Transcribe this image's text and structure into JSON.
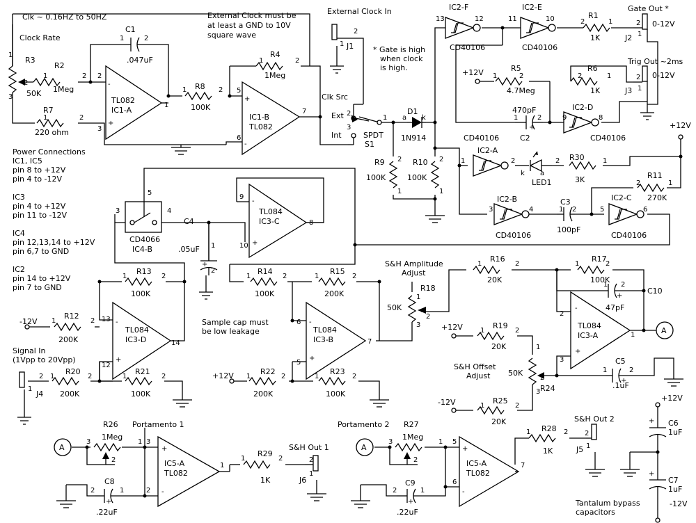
{
  "notes": {
    "clk_range": "Clk ~ 0.16HZ to 50HZ",
    "clock_rate": "Clock Rate",
    "ext_clock_1": "External Clock must be",
    "ext_clock_2": "at least a GND to 10V",
    "ext_clock_3": "square wave",
    "ext_clock_in": "External Clock In",
    "gate_1": "* Gate is high",
    "gate_2": "when clock",
    "gate_3": "is high.",
    "clk_src": "Clk Src",
    "ext": "Ext",
    "int": "Int",
    "spdt": "SPDT",
    "gate_out": "Gate Out *",
    "gate_out_v": "0-12V",
    "trig_out": "Trig Out ~2ms",
    "trig_out_v": "0-12V",
    "power": [
      "Power Connections",
      "IC1, IC5",
      "pin 8 to +12V",
      "pin 4 to -12V",
      "",
      "IC3",
      "pin 4 to +12V",
      "pin 11 to -12V",
      "",
      "IC4",
      "pin 12,13,14 to +12V",
      "pin 6,7 to GND",
      "",
      "IC2",
      "pin 14 to +12V",
      "pin 7 to GND"
    ],
    "sample_cap_1": "Sample cap must",
    "sample_cap_2": "be low leakage",
    "signal_in_1": "Signal In",
    "signal_in_2": "(1Vpp to 20Vpp)",
    "sh_amp_1": "S&H Amplitude",
    "sh_amp_2": "Adjust",
    "sh_off_1": "S&H Offset",
    "sh_off_2": "Adjust",
    "portamento_1": "Portamento 1",
    "portamento_2": "Portamento 2",
    "sh_out_1": "S&H Out 1",
    "sh_out_2": "S&H Out 2",
    "tantalum_1": "Tantalum bypass",
    "tantalum_2": "capacitors",
    "plus12": "+12V",
    "minus12": "-12V",
    "node_a": "A"
  },
  "parts": {
    "r1": [
      "R1",
      "1K"
    ],
    "r2": [
      "R2",
      "1Meg"
    ],
    "r3": [
      "R3",
      "50K"
    ],
    "r4": [
      "R4",
      "1Meg"
    ],
    "r5": [
      "R5",
      "4.7Meg"
    ],
    "r6": [
      "R6",
      "1K"
    ],
    "r7": [
      "R7",
      "220 ohm"
    ],
    "r8": [
      "R8",
      "100K"
    ],
    "r9": [
      "R9",
      "100K"
    ],
    "r10": [
      "R10",
      "100K"
    ],
    "r11": [
      "R11",
      "270K"
    ],
    "r12": [
      "R12",
      "200K"
    ],
    "r13": [
      "R13",
      "100K"
    ],
    "r14": [
      "R14",
      "100K"
    ],
    "r15": [
      "R15",
      "200K"
    ],
    "r16": [
      "R16",
      "20K"
    ],
    "r17": [
      "R17",
      "100K"
    ],
    "r18": [
      "R18",
      "50K"
    ],
    "r19": [
      "R19",
      "20K"
    ],
    "r20": [
      "R20",
      "200K"
    ],
    "r21": [
      "R21",
      "100K"
    ],
    "r22": [
      "R22",
      "200K"
    ],
    "r23": [
      "R23",
      "100K"
    ],
    "r24": [
      "R24",
      "50K"
    ],
    "r25": [
      "R25",
      "20K"
    ],
    "r26": [
      "R26",
      "1Meg"
    ],
    "r27": [
      "R27",
      "1Meg"
    ],
    "r28": [
      "R28",
      "1K"
    ],
    "r29": [
      "R29",
      "1K"
    ],
    "r30": [
      "R30",
      "3K"
    ],
    "c1": [
      "C1",
      ".047uF"
    ],
    "c2": [
      "C2",
      "470pF"
    ],
    "c3": [
      "C3",
      "100pF"
    ],
    "c4": [
      "C4",
      ".05uF"
    ],
    "c5": [
      "C5",
      ".1uF"
    ],
    "c6": [
      "C6",
      "1uF"
    ],
    "c7": [
      "C7",
      "1uF"
    ],
    "c8": [
      "C8",
      ".22uF"
    ],
    "c9": [
      "C9",
      ".22uF"
    ],
    "c10": [
      "C10",
      "47pF"
    ],
    "d1": [
      "D1",
      "1N914"
    ],
    "led1": "LED1",
    "s1": "S1",
    "j1": "J1",
    "j2": "J2",
    "j3": "J3",
    "j4": "J4",
    "j5": "J5",
    "j6": "J6",
    "ic1a": [
      "TL082",
      "IC1-A"
    ],
    "ic1b": [
      "IC1-B",
      "TL082"
    ],
    "ic3a": [
      "TL084",
      "IC3-A"
    ],
    "ic3b": [
      "TL084",
      "IC3-B"
    ],
    "ic3c": [
      "TL084",
      "IC3-C"
    ],
    "ic3d": [
      "TL084",
      "IC3-D"
    ],
    "ic5a1": [
      "IC5-A",
      "TL082"
    ],
    "ic5a2": [
      "IC5-A",
      "TL082"
    ],
    "ic4b": [
      "CD4066",
      "IC4-B"
    ],
    "ic2f": [
      "IC2-F",
      "CD40106"
    ],
    "ic2e": [
      "IC2-E",
      "CD40106"
    ],
    "ic2d": [
      "IC2-D",
      "CD40106"
    ],
    "ic2a": [
      "IC2-A",
      "CD40106"
    ],
    "ic2b": [
      "IC2-B",
      "CD40106"
    ],
    "ic2c": [
      "IC2-C",
      "CD40106"
    ]
  },
  "pins": {
    "p1": "1",
    "p2": "2",
    "p3": "3",
    "p4": "4",
    "p5": "5",
    "p6": "6",
    "p7": "7",
    "p8": "8",
    "p9": "9",
    "p10": "10",
    "p11": "11",
    "p12": "12",
    "p13": "13",
    "p14": "14",
    "plus": "+",
    "minus": "-",
    "anode": "a",
    "cathode": "k"
  }
}
